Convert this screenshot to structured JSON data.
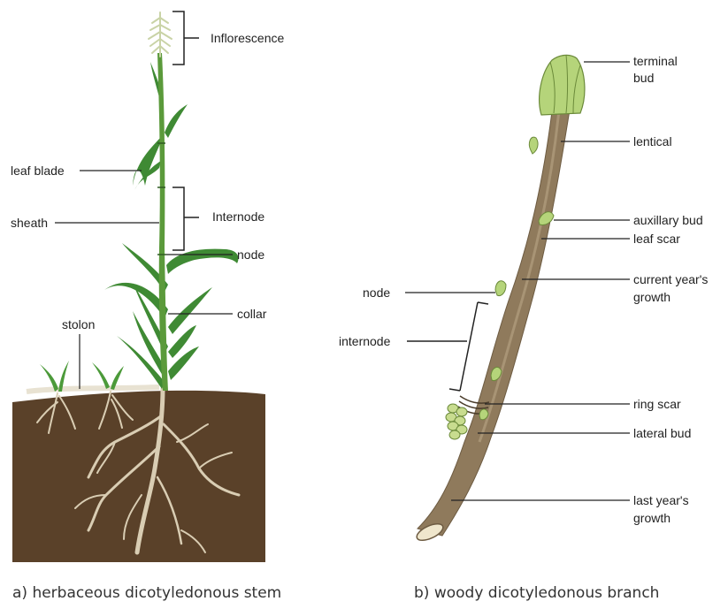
{
  "panel_a": {
    "caption": "a) herbaceous dicotyledonous stem",
    "labels": {
      "inflorescence": "Inflorescence",
      "leaf_blade": "leaf blade",
      "sheath": "sheath",
      "internode": "Internode",
      "node": "node",
      "collar": "collar",
      "stolon": "stolon"
    }
  },
  "panel_b": {
    "caption": "b) woody dicotyledonous branch",
    "labels": {
      "terminal_bud_1": "terminal",
      "terminal_bud_2": "bud",
      "lentical": "lentical",
      "auxillary_bud": "auxillary bud",
      "leaf_scar": "leaf scar",
      "current_growth_1": "current year's",
      "current_growth_2": "growth",
      "node": "node",
      "internode": "internode",
      "ring_scar": "ring scar",
      "lateral_bud": "lateral bud",
      "last_growth_1": "last year's",
      "last_growth_2": "growth"
    }
  },
  "colors": {
    "soil": "#5a4129",
    "stem_green": "#5b9a3b",
    "leaf_green": "#3f8a34",
    "root": "#d9cdb3",
    "bark": "#8f7a5c",
    "bud_green": "#b5d47a"
  }
}
